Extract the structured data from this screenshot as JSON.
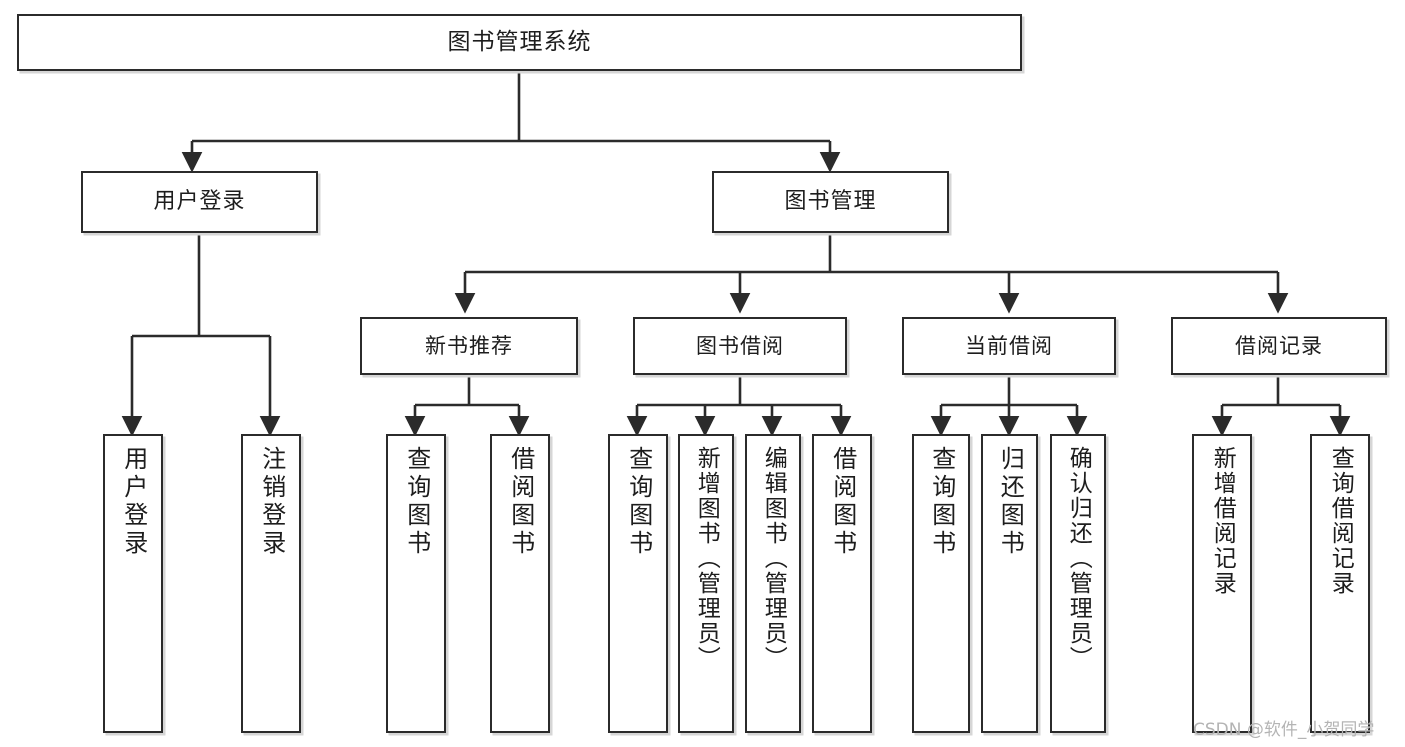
{
  "diagram": {
    "type": "tree-hierarchy-chart",
    "title": "图书管理系统",
    "watermark": "CSDN @软件_小贺同学",
    "colors": {
      "border": "#2b2b2b",
      "fill": "#ffffff",
      "edge": "#2b2b2b",
      "shadow": "#d6d6d6",
      "watermark": "#b4b4b4",
      "background": "#ffffff"
    }
  },
  "nodes": {
    "root": {
      "label": "图书管理系统"
    },
    "level2": [
      {
        "id": "user-login",
        "label": "用户登录"
      },
      {
        "id": "book-manage",
        "label": "图书管理"
      }
    ],
    "level3": [
      {
        "id": "new-book-rec",
        "label": "新书推荐"
      },
      {
        "id": "book-borrow",
        "label": "图书借阅"
      },
      {
        "id": "current-borrow",
        "label": "当前借阅"
      },
      {
        "id": "borrow-record",
        "label": "借阅记录"
      }
    ],
    "leaves": {
      "user_login": [
        {
          "id": "leaf-user-login",
          "label": "用户登录"
        },
        {
          "id": "leaf-logout-login",
          "label": "注销登录"
        }
      ],
      "new_book_rec": [
        {
          "id": "leaf-query-book-1",
          "label": "查询图书"
        },
        {
          "id": "leaf-borrow-book-1",
          "label": "借阅图书"
        }
      ],
      "book_borrow": [
        {
          "id": "leaf-query-book-2",
          "label": "查询图书"
        },
        {
          "id": "leaf-add-book",
          "label": "新增图书（管理员）"
        },
        {
          "id": "leaf-edit-book",
          "label": "编辑图书（管理员）"
        },
        {
          "id": "leaf-borrow-book-2",
          "label": "借阅图书"
        }
      ],
      "current_borrow": [
        {
          "id": "leaf-query-book-3",
          "label": "查询图书"
        },
        {
          "id": "leaf-return-book",
          "label": "归还图书"
        },
        {
          "id": "leaf-confirm-return",
          "label": "确认归还（管理员）"
        }
      ],
      "borrow_record": [
        {
          "id": "leaf-add-record",
          "label": "新增借阅记录"
        },
        {
          "id": "leaf-query-record",
          "label": "查询借阅记录"
        }
      ]
    }
  }
}
